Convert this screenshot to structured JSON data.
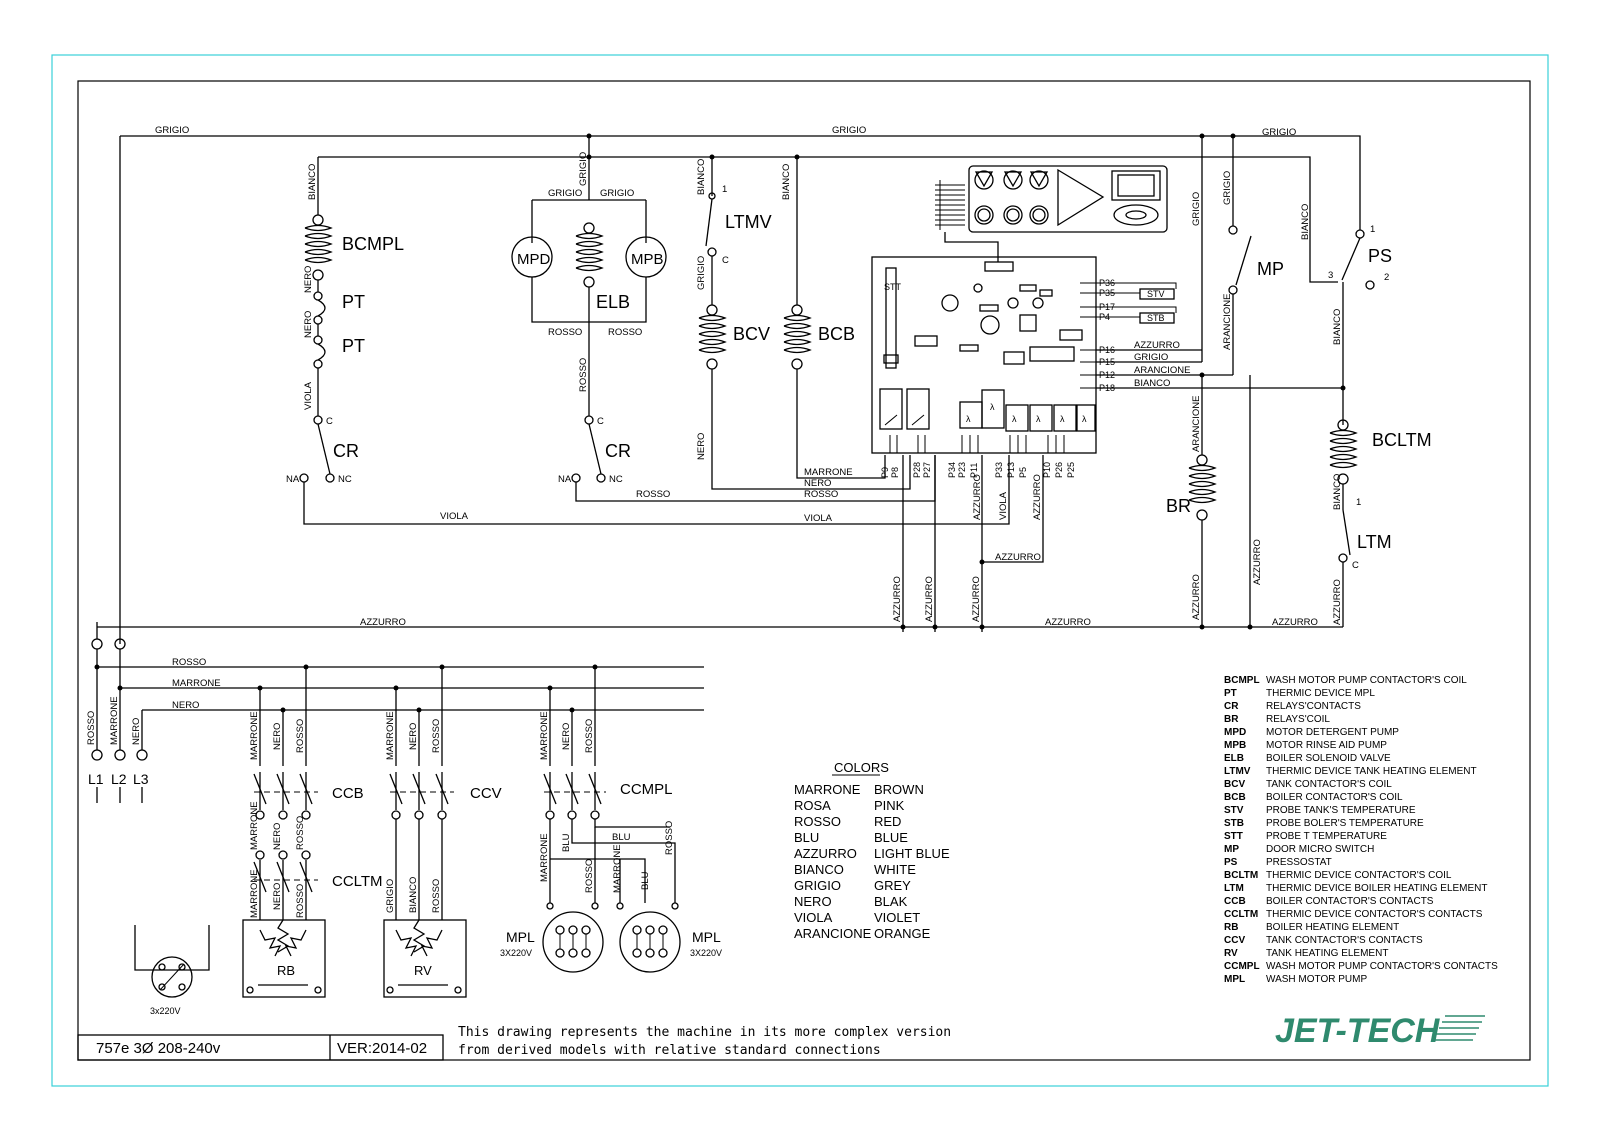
{
  "wire_colors": {
    "grigio": "GRIGIO",
    "bianco": "BIANCO",
    "nero": "NERO",
    "viola": "VIOLA",
    "rosso": "ROSSO",
    "marrone": "MARRONE",
    "azzurro": "AZZURRO",
    "arancione": "ARANCIONE",
    "blu": "BLU"
  },
  "components": {
    "bcmpl": "BCMPL",
    "pt": "PT",
    "cr": "CR",
    "mpd": "MPD",
    "mpb": "MPB",
    "elb": "ELB",
    "ltmv": "LTMV",
    "bcv": "BCV",
    "bcb": "BCB",
    "mp": "MP",
    "ps": "PS",
    "bcltm": "BCLTM",
    "ltm": "LTM",
    "br": "BR",
    "stv": "STV",
    "stb": "STB",
    "stt": "STT",
    "ccb": "CCB",
    "ccltm": "CCLTM",
    "ccv": "CCV",
    "ccmpl": "CCMPL",
    "mpl": "MPL",
    "mpl_rating": "3X220V",
    "rb": "RB",
    "rv": "RV",
    "l1": "L1",
    "l2": "L2",
    "l3": "L3",
    "supply_rating": "3x220V"
  },
  "contacts": {
    "na": "NA",
    "nc": "NC",
    "c": "C",
    "one": "1",
    "two": "2",
    "three": "3"
  },
  "board_pins": {
    "right": [
      "P36",
      "P35",
      "P17",
      "P4",
      "P16",
      "P15",
      "P12",
      "P18"
    ],
    "bottom": [
      "P9",
      "P8",
      "P28",
      "P27",
      "P34",
      "P23",
      "P11",
      "P33",
      "P13",
      "P5",
      "P10",
      "P26",
      "P25"
    ]
  },
  "colors_table": {
    "title": "COLORS",
    "rows": [
      [
        "MARRONE",
        "BROWN"
      ],
      [
        "ROSA",
        "PINK"
      ],
      [
        "ROSSO",
        "RED"
      ],
      [
        "BLU",
        "BLUE"
      ],
      [
        "AZZURRO",
        "LIGHT BLUE"
      ],
      [
        "BIANCO",
        "WHITE"
      ],
      [
        "GRIGIO",
        "GREY"
      ],
      [
        "NERO",
        "BLAK"
      ],
      [
        "VIOLA",
        "VIOLET"
      ],
      [
        "ARANCIONE",
        "ORANGE"
      ]
    ]
  },
  "legend": [
    [
      "BCMPL",
      "WASH MOTOR PUMP CONTACTOR'S COIL"
    ],
    [
      "PT",
      "THERMIC DEVICE MPL"
    ],
    [
      "CR",
      "RELAYS'CONTACTS"
    ],
    [
      "BR",
      "RELAYS'COIL"
    ],
    [
      "MPD",
      "MOTOR DETERGENT PUMP"
    ],
    [
      "MPB",
      "MOTOR RINSE AID PUMP"
    ],
    [
      "ELB",
      "BOILER SOLENOID VALVE"
    ],
    [
      "LTMV",
      "THERMIC DEVICE TANK HEATING ELEMENT"
    ],
    [
      "BCV",
      "TANK CONTACTOR'S COIL"
    ],
    [
      "BCB",
      "BOILER CONTACTOR'S COIL"
    ],
    [
      "STV",
      "PROBE TANK'S TEMPERATURE"
    ],
    [
      "STB",
      "PROBE BOLER'S TEMPERATURE"
    ],
    [
      "STT",
      "PROBE T TEMPERATURE"
    ],
    [
      "MP",
      "DOOR MICRO SWITCH"
    ],
    [
      "PS",
      "PRESSOSTAT"
    ],
    [
      "BCLTM",
      "THERMIC DEVICE CONTACTOR'S COIL"
    ],
    [
      "LTM",
      "THERMIC DEVICE BOILER HEATING ELEMENT"
    ],
    [
      "CCB",
      "BOILER CONTACTOR'S CONTACTS"
    ],
    [
      "CCLTM",
      "THERMIC DEVICE CONTACTOR'S CONTACTS"
    ],
    [
      "RB",
      "BOILER HEATING ELEMENT"
    ],
    [
      "CCV",
      "TANK CONTACTOR'S CONTACTS"
    ],
    [
      "RV",
      "TANK HEATING ELEMENT"
    ],
    [
      "CCMPL",
      "WASH MOTOR PUMP CONTACTOR'S CONTACTS"
    ],
    [
      "MPL",
      "WASH MOTOR PUMP"
    ]
  ],
  "title_block": {
    "model": "757e 3Ø 208-240v",
    "version": "VER:2014-02",
    "note_line1": "This drawing represents the machine in its more complex version",
    "note_line2": "from derived models with relative standard connections",
    "brand": "JET-TECH"
  },
  "palette": {
    "frame": "#39d0d8",
    "ink": "#000000",
    "brand": "#2f8a6e"
  }
}
